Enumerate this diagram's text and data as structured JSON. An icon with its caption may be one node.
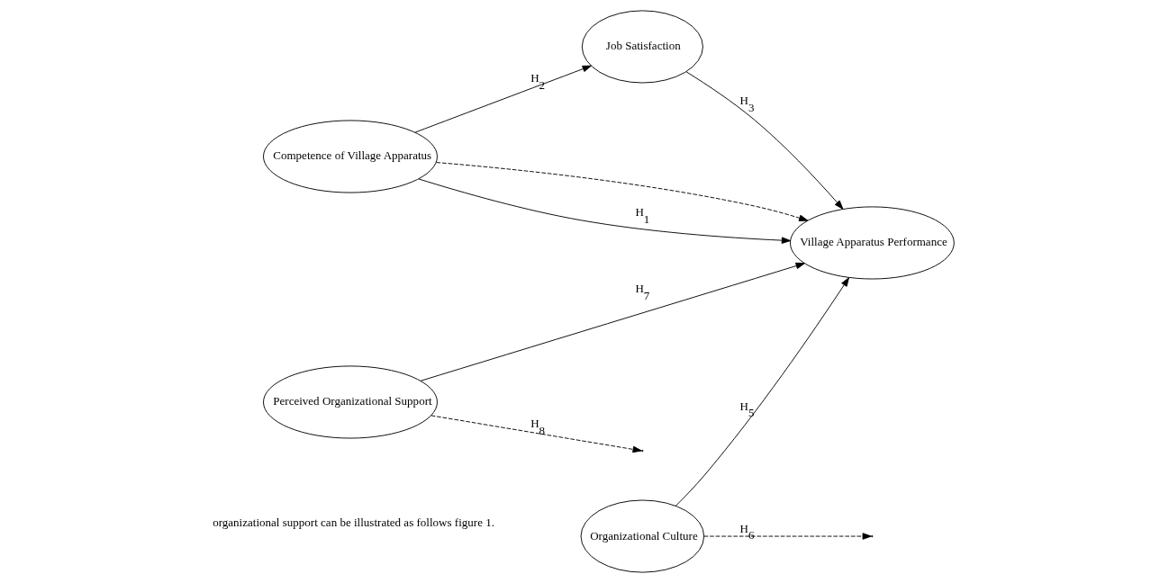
{
  "diagram": {
    "nodes": [
      {
        "text": [
          "Job Satisfaction"
        ]
      },
      {
        "text": [
          "Competence of Village Apparatus"
        ]
      },
      {
        "text": [
          "Village Apparatus Performance"
        ]
      },
      {
        "text": [
          "Perceived Organizational Support"
        ]
      },
      {
        "text": [
          "Organizational Culture"
        ]
      }
    ],
    "edges": [
      {
        "from": 1,
        "to": 0,
        "arrow": "to",
        "label": "H$_{2}$"
      },
      {
        "from": 0,
        "to": 2,
        "arrow": "to",
        "label": "H$_{3}$"
      },
      {
        "from": 1,
        "to": 2,
        "arrow": "to",
        "style": "dashed"
      },
      {
        "from": 1,
        "to": 2,
        "arrow": "to",
        "label": "H$_{1}$"
      },
      {
        "from": 3,
        "to": null,
        "arrow": "to",
        "label": "H$_{8}$",
        "style": "dashed"
      },
      {
        "from": 3,
        "to": 2,
        "arrow": "to",
        "label": "H$_{7}$"
      },
      {
        "from": 4,
        "to": null,
        "arrow": "to",
        "label": "H$_{6}$",
        "style": "dashed"
      },
      {
        "from": 4,
        "to": 2,
        "arrow": "to",
        "label": "H$_{5}$"
      }
    ],
    "labels": [
      "organizational support can be illustrated as follows figure 1."
    ]
  }
}
